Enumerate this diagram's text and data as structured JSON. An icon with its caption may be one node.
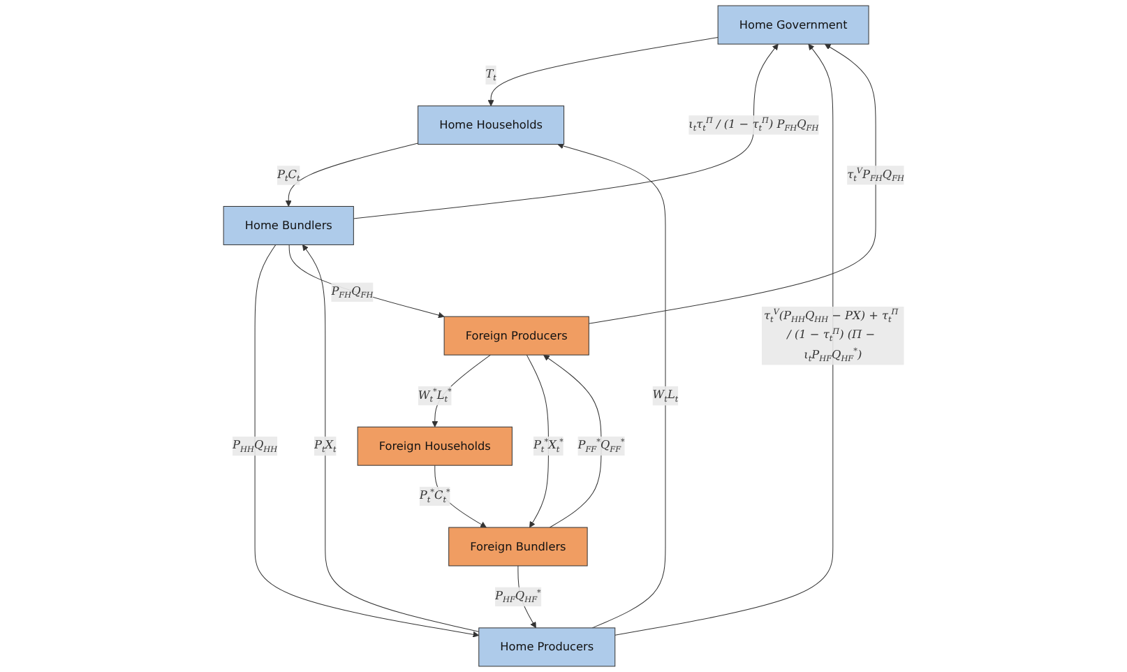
{
  "diagram": {
    "nodes": [
      {
        "text": [
          "Home Government"
        ]
      },
      {
        "text": [
          "Home Households"
        ]
      },
      {
        "text": [
          "Home Producers"
        ]
      },
      {
        "text": [
          "Home Bundlers"
        ]
      },
      {
        "text": [
          "Foreign Households"
        ]
      },
      {
        "text": [
          "Foreign Producers"
        ]
      },
      {
        "text": [
          "Foreign Bundlers"
        ]
      }
    ],
    "edges": [
      {
        "from": 0,
        "to": 1,
        "arrow": "to",
        "label": "T$_{t}$"
      },
      {
        "from": 3,
        "to": 0,
        "arrow": "to",
        "label": "ι$_{t}$τ$_{t}$$^{Π}$ / (1 − τ$_{t}$$^{Π}$) P$_{FH}$Q$_{FH}$"
      },
      {
        "from": 5,
        "to": 0,
        "arrow": "to",
        "label": "τ$_{t}$$^{V}$P$_{FH}$Q$_{FH}$"
      },
      {
        "from": 2,
        "to": 0,
        "arrow": "to",
        "label": "τ$_{t}$$^{V}$(P$_{HH}$Q$_{HH}$ − PX) + τ$_{t}$$^{Π}$ / (1 − τ$_{t}$$^{Π}$) (Π − ι$_{t}$P$_{HF}$Q$_{HF}$$^{*}$)"
      },
      {
        "from": 1,
        "to": 3,
        "arrow": "to",
        "label": "P$_{t}$C$_{t}$"
      },
      {
        "from": 2,
        "to": 3,
        "arrow": "to",
        "label": "P$_{t}$X$_{t}$"
      },
      {
        "from": 3,
        "to": 2,
        "arrow": "to",
        "label": "P$_{HH}$Q$_{HH}$"
      },
      {
        "from": 2,
        "to": 1,
        "arrow": "to",
        "label": "W$_{t}$L$_{t}$"
      },
      {
        "from": 6,
        "to": 2,
        "arrow": "to",
        "label": "P$_{HF}$Q$_{HF}$$^{*}$"
      },
      {
        "from": 3,
        "to": 5,
        "arrow": "to",
        "label": "P$_{FH}$Q$_{FH}$"
      },
      {
        "from": 5,
        "to": 4,
        "arrow": "to",
        "label": "W$_{t}$$^{*}$L$_{t}$$^{*}$"
      },
      {
        "from": 6,
        "to": 5,
        "arrow": "to",
        "label": "P$_{FF}$$^{*}$Q$_{FF}$$^{*}$"
      },
      {
        "from": 5,
        "to": 6,
        "arrow": "to",
        "label": "P$_{t}$$^{*}$X$_{t}$$^{*}$"
      },
      {
        "from": 4,
        "to": 6,
        "arrow": "to",
        "label": "P$_{t}$$^{*}$C$_{t}$$^{*}$"
      }
    ]
  }
}
